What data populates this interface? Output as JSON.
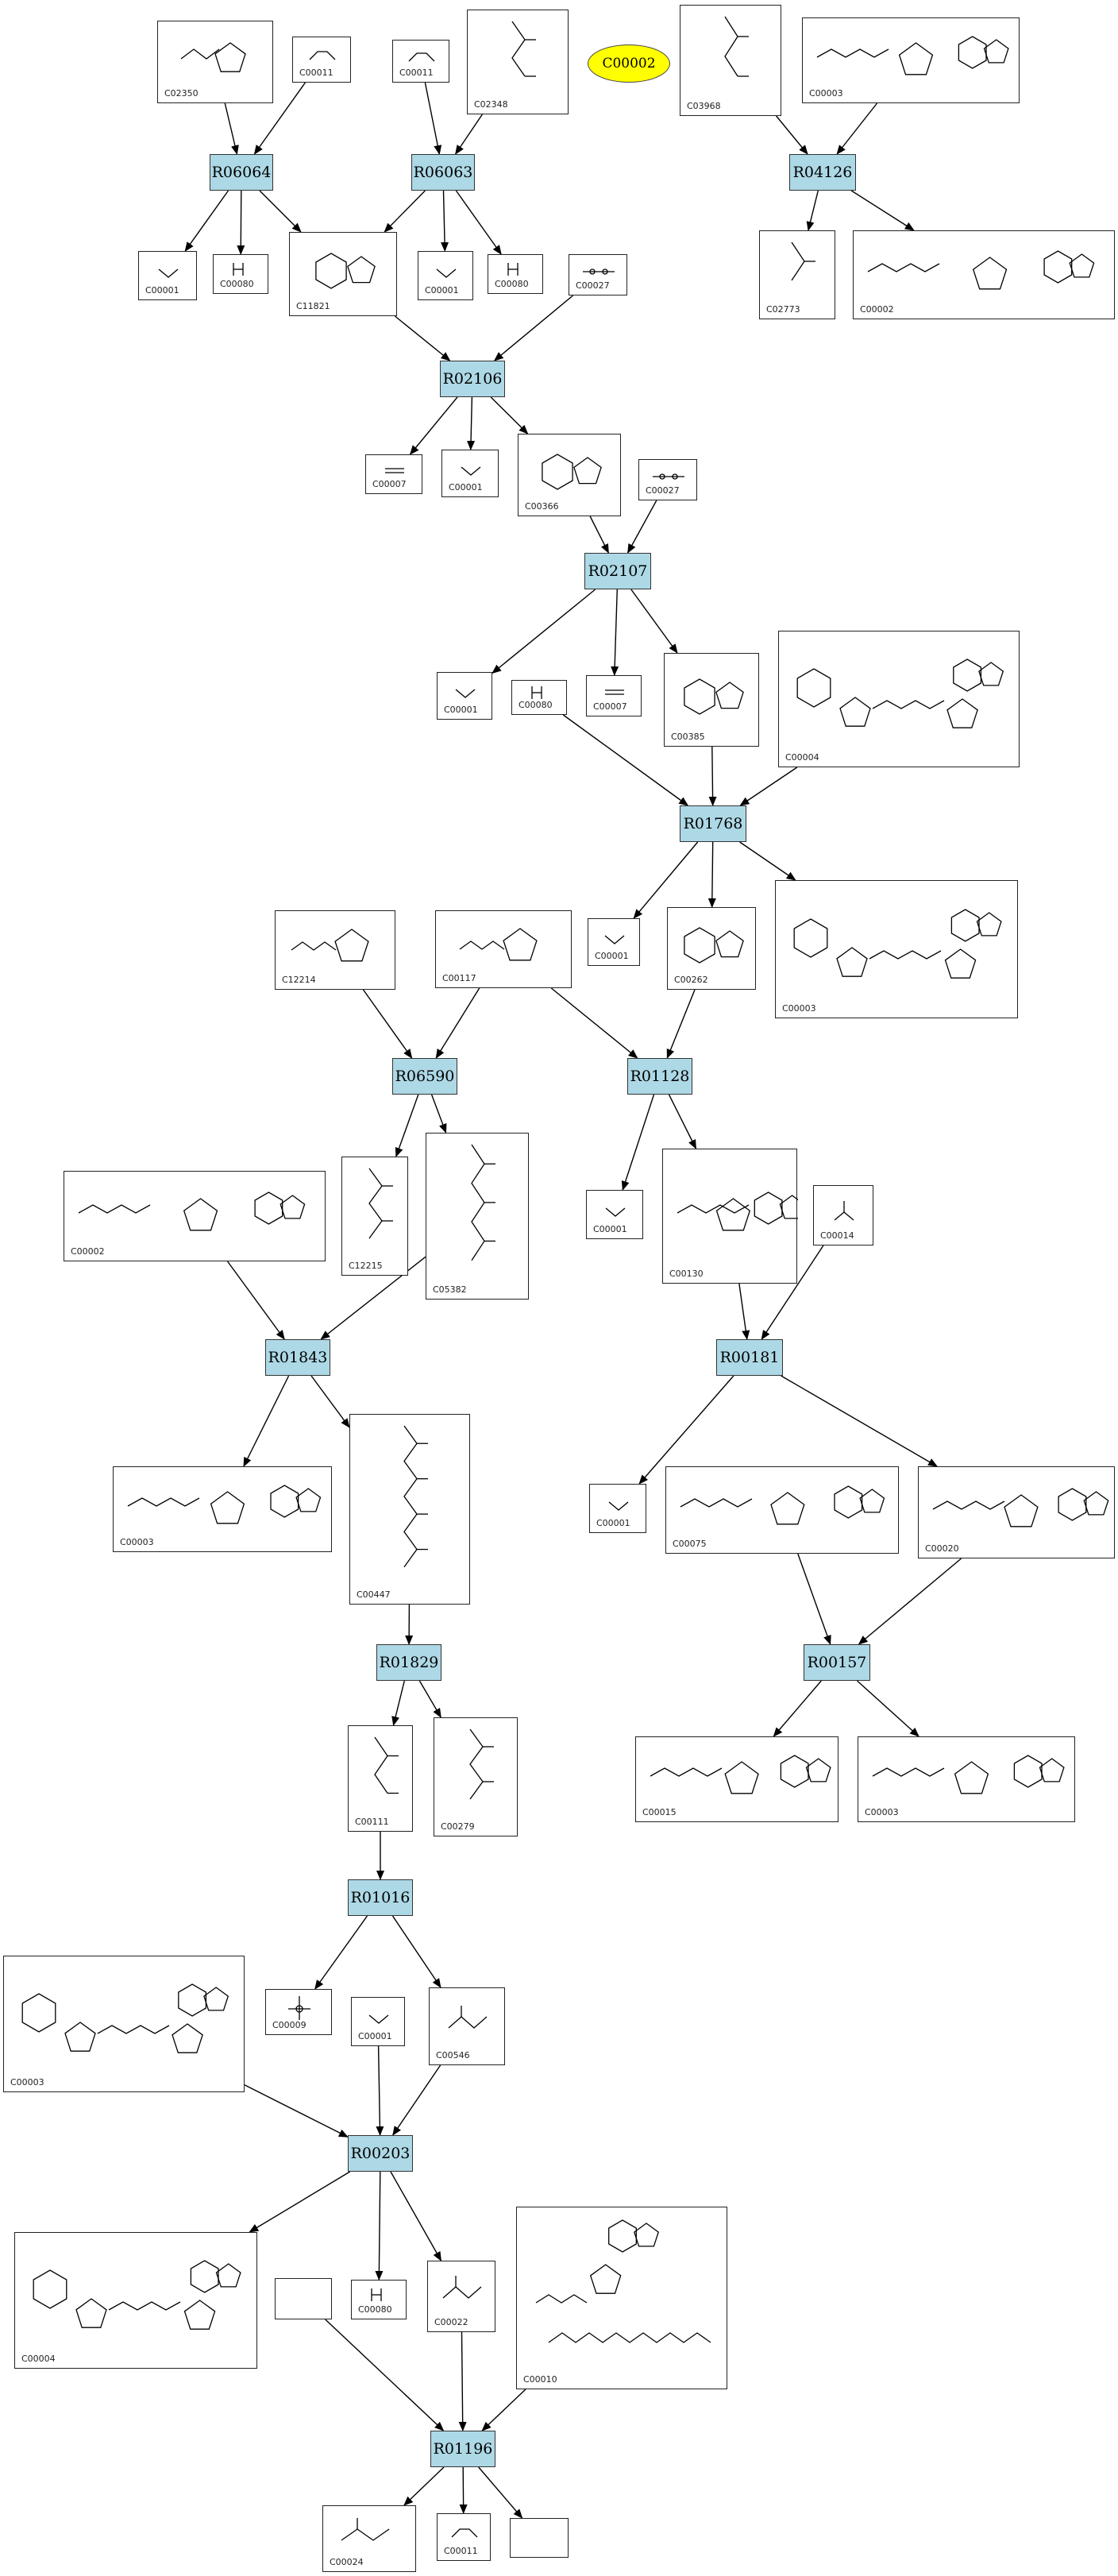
{
  "target": {
    "label": "C00002"
  },
  "nodes": [
    {
      "id": "C02350",
      "kind": "compound",
      "glyph": "ring5"
    },
    {
      "id": "C00011a",
      "label": "C00011",
      "kind": "compound",
      "glyph": "o=c=o"
    },
    {
      "id": "C00011b",
      "label": "C00011",
      "kind": "compound",
      "glyph": "o=c=o"
    },
    {
      "id": "C02348",
      "kind": "compound",
      "glyph": "chain"
    },
    {
      "id": "C03968",
      "kind": "compound",
      "glyph": "chain"
    },
    {
      "id": "C00003a",
      "label": "C00003",
      "kind": "compound",
      "glyph": "nuc"
    },
    {
      "id": "R06064",
      "kind": "reaction"
    },
    {
      "id": "R06063",
      "kind": "reaction"
    },
    {
      "id": "R04126",
      "kind": "reaction"
    },
    {
      "id": "C00001a",
      "label": "C00001",
      "kind": "compound",
      "glyph": "h2o"
    },
    {
      "id": "C00080a",
      "label": "C00080",
      "kind": "compound",
      "glyph": "hplus"
    },
    {
      "id": "C11821",
      "kind": "compound",
      "glyph": "ring6"
    },
    {
      "id": "C00001b",
      "label": "C00001",
      "kind": "compound",
      "glyph": "h2o"
    },
    {
      "id": "C00080b",
      "label": "C00080",
      "kind": "compound",
      "glyph": "hplus"
    },
    {
      "id": "C00027a",
      "label": "C00027",
      "kind": "compound",
      "glyph": "hooh"
    },
    {
      "id": "C02773",
      "kind": "compound",
      "glyph": "chain"
    },
    {
      "id": "C00002a",
      "label": "C00002",
      "kind": "compound",
      "glyph": "nuc"
    },
    {
      "id": "R02106",
      "kind": "reaction"
    },
    {
      "id": "C00007a",
      "label": "C00007",
      "kind": "compound",
      "glyph": "o=o"
    },
    {
      "id": "C00001c",
      "label": "C00001",
      "kind": "compound",
      "glyph": "h2o"
    },
    {
      "id": "C00366",
      "kind": "compound",
      "glyph": "ring6"
    },
    {
      "id": "C00027b",
      "label": "C00027",
      "kind": "compound",
      "glyph": "hooh"
    },
    {
      "id": "R02107",
      "kind": "reaction"
    },
    {
      "id": "C00001d",
      "label": "C00001",
      "kind": "compound",
      "glyph": "h2o"
    },
    {
      "id": "C00080c",
      "label": "C00080",
      "kind": "compound",
      "glyph": "hplus"
    },
    {
      "id": "C00007b",
      "label": "C00007",
      "kind": "compound",
      "glyph": "o=o"
    },
    {
      "id": "C00385",
      "kind": "compound",
      "glyph": "ring6"
    },
    {
      "id": "C00004a",
      "label": "C00004",
      "kind": "compound",
      "glyph": "nuc2"
    },
    {
      "id": "R01768",
      "kind": "reaction"
    },
    {
      "id": "C12214",
      "kind": "compound",
      "glyph": "sugar"
    },
    {
      "id": "C00117",
      "kind": "compound",
      "glyph": "sugar"
    },
    {
      "id": "C00001e",
      "label": "C00001",
      "kind": "compound",
      "glyph": "h2o"
    },
    {
      "id": "C00262",
      "kind": "compound",
      "glyph": "ring6"
    },
    {
      "id": "C00003b",
      "label": "C00003",
      "kind": "compound",
      "glyph": "nuc2"
    },
    {
      "id": "R06590",
      "kind": "reaction"
    },
    {
      "id": "R01128",
      "kind": "reaction"
    },
    {
      "id": "C12215",
      "kind": "compound",
      "glyph": "chain"
    },
    {
      "id": "C05382",
      "kind": "compound",
      "glyph": "chain"
    },
    {
      "id": "C00002b",
      "label": "C00002",
      "kind": "compound",
      "glyph": "nuc"
    },
    {
      "id": "C00001f",
      "label": "C00001",
      "kind": "compound",
      "glyph": "h2o"
    },
    {
      "id": "C00130",
      "kind": "compound",
      "glyph": "nuc"
    },
    {
      "id": "C00014",
      "kind": "compound",
      "glyph": "nh3"
    },
    {
      "id": "R01843",
      "kind": "reaction"
    },
    {
      "id": "R00181",
      "kind": "reaction"
    },
    {
      "id": "C00003c",
      "label": "C00003",
      "kind": "compound",
      "glyph": "nuc"
    },
    {
      "id": "C00447",
      "kind": "compound",
      "glyph": "chain"
    },
    {
      "id": "C00001g",
      "label": "C00001",
      "kind": "compound",
      "glyph": "h2o"
    },
    {
      "id": "C00075",
      "kind": "compound",
      "glyph": "nuc"
    },
    {
      "id": "C00020",
      "kind": "compound",
      "glyph": "nuc"
    },
    {
      "id": "R01829",
      "kind": "reaction"
    },
    {
      "id": "R00157",
      "kind": "reaction"
    },
    {
      "id": "C00111",
      "kind": "compound",
      "glyph": "chain"
    },
    {
      "id": "C00279",
      "kind": "compound",
      "glyph": "chain"
    },
    {
      "id": "C00015",
      "kind": "compound",
      "glyph": "nuc"
    },
    {
      "id": "C00003d",
      "label": "C00003",
      "kind": "compound",
      "glyph": "nuc"
    },
    {
      "id": "R01016",
      "kind": "reaction"
    },
    {
      "id": "C00003e",
      "label": "C00003",
      "kind": "compound",
      "glyph": "nuc2"
    },
    {
      "id": "C00009",
      "kind": "compound",
      "glyph": "pi"
    },
    {
      "id": "C00001h",
      "label": "C00001",
      "kind": "compound",
      "glyph": "h2o"
    },
    {
      "id": "C00546",
      "kind": "compound",
      "glyph": "keto"
    },
    {
      "id": "R00203",
      "kind": "reaction"
    },
    {
      "id": "C00004b",
      "label": "C00004",
      "kind": "compound",
      "glyph": "nuc2"
    },
    {
      "id": "blank1",
      "label": "",
      "kind": "compound",
      "glyph": "none"
    },
    {
      "id": "C00080d",
      "label": "C00080",
      "kind": "compound",
      "glyph": "hplus"
    },
    {
      "id": "C00022",
      "kind": "compound",
      "glyph": "keto"
    },
    {
      "id": "C00010",
      "kind": "compound",
      "glyph": "coa"
    },
    {
      "id": "R01196",
      "kind": "reaction"
    },
    {
      "id": "C00024",
      "kind": "compound",
      "glyph": "acetyl"
    },
    {
      "id": "C00011c",
      "label": "C00011",
      "kind": "compound",
      "glyph": "o=c=o"
    },
    {
      "id": "blank2",
      "label": "",
      "kind": "compound",
      "glyph": "none"
    }
  ],
  "edges": [
    [
      "C02350",
      "R06064"
    ],
    [
      "C00011a",
      "R06064"
    ],
    [
      "C00011b",
      "R06063"
    ],
    [
      "C02348",
      "R06063"
    ],
    [
      "C03968",
      "R04126"
    ],
    [
      "C00003a",
      "R04126"
    ],
    [
      "R06064",
      "C00001a"
    ],
    [
      "R06064",
      "C00080a"
    ],
    [
      "R06064",
      "C11821"
    ],
    [
      "R06063",
      "C11821"
    ],
    [
      "R06063",
      "C00001b"
    ],
    [
      "R06063",
      "C00080b"
    ],
    [
      "R04126",
      "C02773"
    ],
    [
      "R04126",
      "C00002a"
    ],
    [
      "C11821",
      "R02106"
    ],
    [
      "C00027a",
      "R02106"
    ],
    [
      "R02106",
      "C00007a"
    ],
    [
      "R02106",
      "C00001c"
    ],
    [
      "R02106",
      "C00366"
    ],
    [
      "C00366",
      "R02107"
    ],
    [
      "C00027b",
      "R02107"
    ],
    [
      "R02107",
      "C00001d"
    ],
    [
      "R02107",
      "C00007b"
    ],
    [
      "R02107",
      "C00385"
    ],
    [
      "C00385",
      "R01768"
    ],
    [
      "C00080c",
      "R01768"
    ],
    [
      "C00004a",
      "R01768"
    ],
    [
      "R01768",
      "C00001e"
    ],
    [
      "R01768",
      "C00262"
    ],
    [
      "R01768",
      "C00003b"
    ],
    [
      "C12214",
      "R06590"
    ],
    [
      "C00117",
      "R06590"
    ],
    [
      "C00117",
      "R01128"
    ],
    [
      "C00262",
      "R01128"
    ],
    [
      "R06590",
      "C12215"
    ],
    [
      "R06590",
      "C05382"
    ],
    [
      "R01128",
      "C00001f"
    ],
    [
      "R01128",
      "C00130"
    ],
    [
      "C00002b",
      "R01843"
    ],
    [
      "C05382",
      "R01843"
    ],
    [
      "C00130",
      "R00181"
    ],
    [
      "C00014",
      "R00181"
    ],
    [
      "R01843",
      "C00003c"
    ],
    [
      "R01843",
      "C00447"
    ],
    [
      "R00181",
      "C00001g"
    ],
    [
      "R00181",
      "C00020"
    ],
    [
      "C00447",
      "R01829"
    ],
    [
      "C00075",
      "R00157"
    ],
    [
      "C00020",
      "R00157"
    ],
    [
      "R01829",
      "C00111"
    ],
    [
      "R01829",
      "C00279"
    ],
    [
      "R00157",
      "C00015"
    ],
    [
      "R00157",
      "C00003d"
    ],
    [
      "C00111",
      "R01016"
    ],
    [
      "R01016",
      "C00009"
    ],
    [
      "R01016",
      "C00546"
    ],
    [
      "C00003e",
      "R00203"
    ],
    [
      "C00001h",
      "R00203"
    ],
    [
      "C00546",
      "R00203"
    ],
    [
      "R00203",
      "C00004b"
    ],
    [
      "R00203",
      "C00080d"
    ],
    [
      "R00203",
      "C00022"
    ],
    [
      "blank1",
      "R01196"
    ],
    [
      "C00022",
      "R01196"
    ],
    [
      "C00010",
      "R01196"
    ],
    [
      "R01196",
      "C00024"
    ],
    [
      "R01196",
      "C00011c"
    ],
    [
      "R01196",
      "blank2"
    ]
  ]
}
